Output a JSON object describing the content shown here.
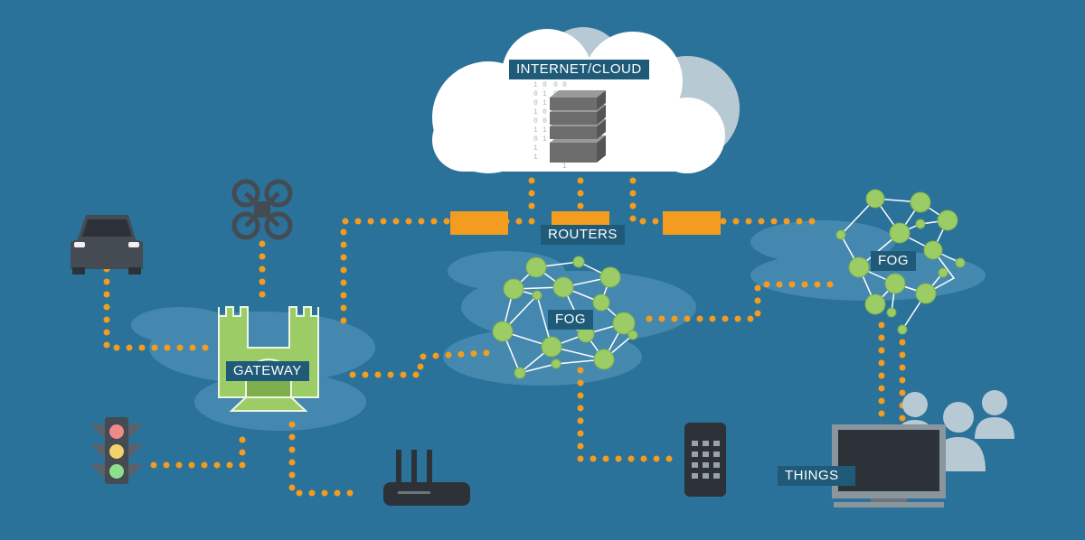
{
  "labels": {
    "cloud": "INTERNET/CLOUD",
    "routers": "ROUTERS",
    "gateway": "GATEWAY",
    "fog_center": "FOG",
    "fog_right": "FOG",
    "things": "THINGS"
  },
  "colors": {
    "background": "#2a7299",
    "connector_dots": "#f39c1f",
    "router": "#f39c1f",
    "fog_node": "#9ccc65",
    "label_bg": "#1f5a78",
    "cloud": "#ffffff",
    "device": "#444b52"
  },
  "icons": [
    "cloud-icon",
    "server-stack-icon",
    "router-icon",
    "fog-network-icon",
    "castle-gateway-icon",
    "car-icon",
    "drone-icon",
    "traffic-light-icon",
    "wifi-router-icon",
    "phone-icon",
    "monitor-icon",
    "people-icon"
  ]
}
